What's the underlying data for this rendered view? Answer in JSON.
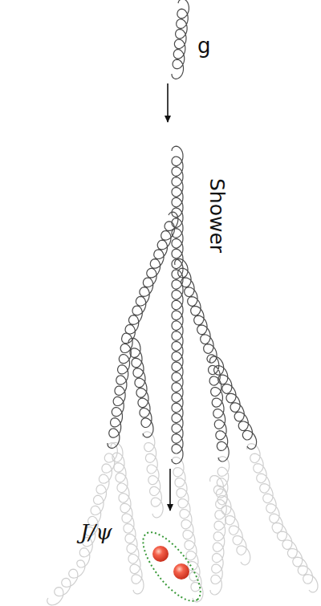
{
  "diagram": {
    "labels": [
      "g",
      "Shower",
      "J/ψ"
    ]
  }
}
